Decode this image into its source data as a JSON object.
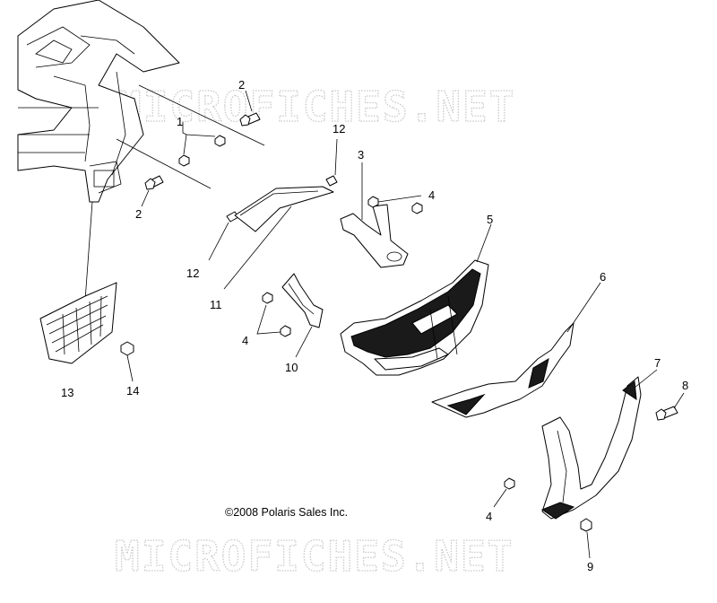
{
  "watermark": {
    "top": "MICROFICHES.NET",
    "bottom": "MICROFICHES.NET"
  },
  "copyright": "©2008 Polaris Sales Inc.",
  "callouts": {
    "c1": "1",
    "c2a": "2",
    "c2b": "2",
    "c3": "3",
    "c4a": "4",
    "c4b": "4",
    "c4c": "4",
    "c5": "5",
    "c6": "6",
    "c7": "7",
    "c8": "8",
    "c9": "9",
    "c10": "10",
    "c11": "11",
    "c12a": "12",
    "c12b": "12",
    "c13": "13",
    "c14": "14"
  }
}
